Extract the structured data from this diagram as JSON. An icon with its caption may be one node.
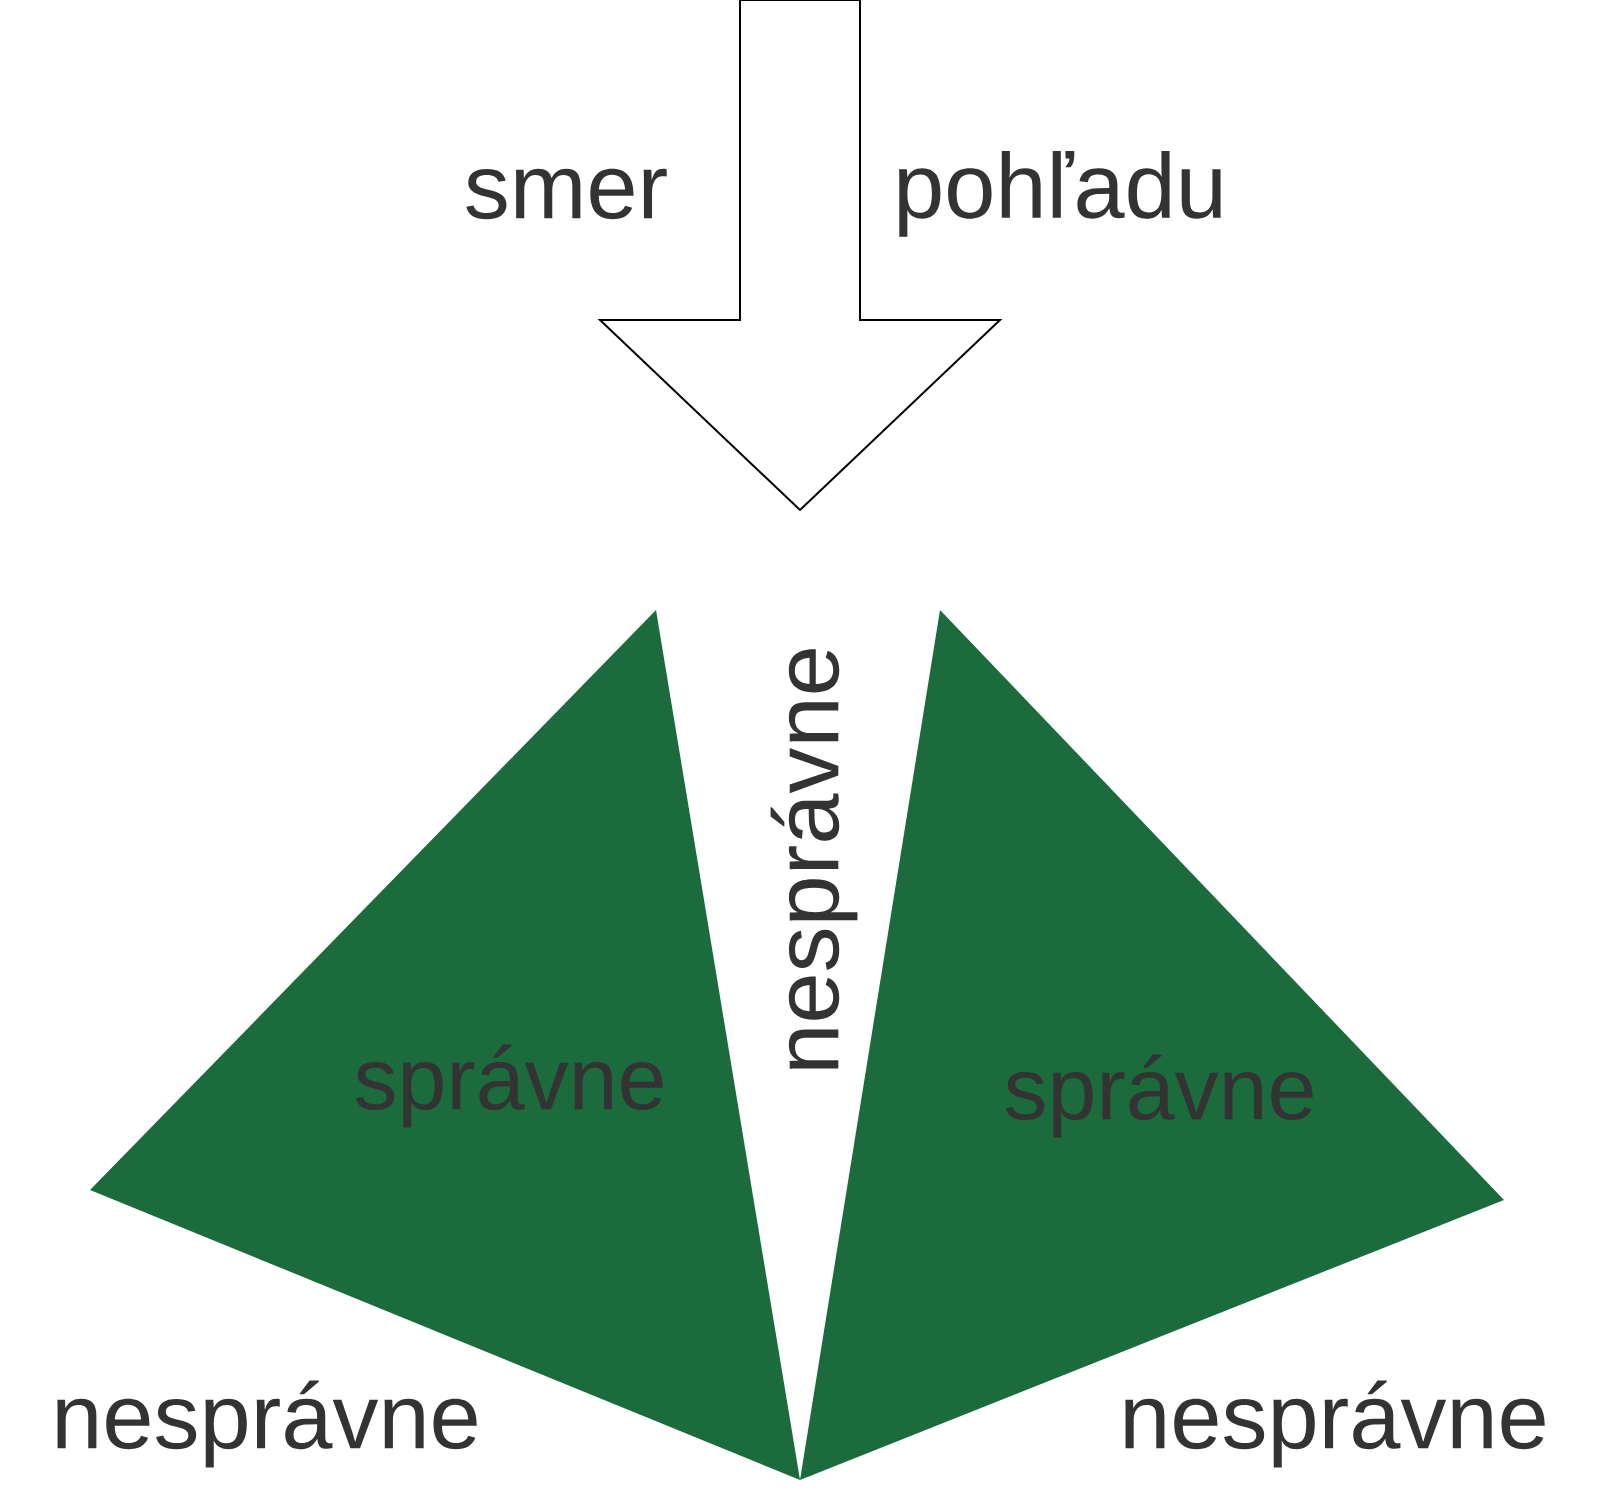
{
  "diagram": {
    "nodes": [
      {
        "text": [
          "správne"
        ]
      },
      {
        "text": [
          "správne"
        ]
      }
    ],
    "labels": [
      "smer",
      "pohľadu",
      "nesprávne",
      "nesprávne",
      "nesprávne"
    ]
  }
}
